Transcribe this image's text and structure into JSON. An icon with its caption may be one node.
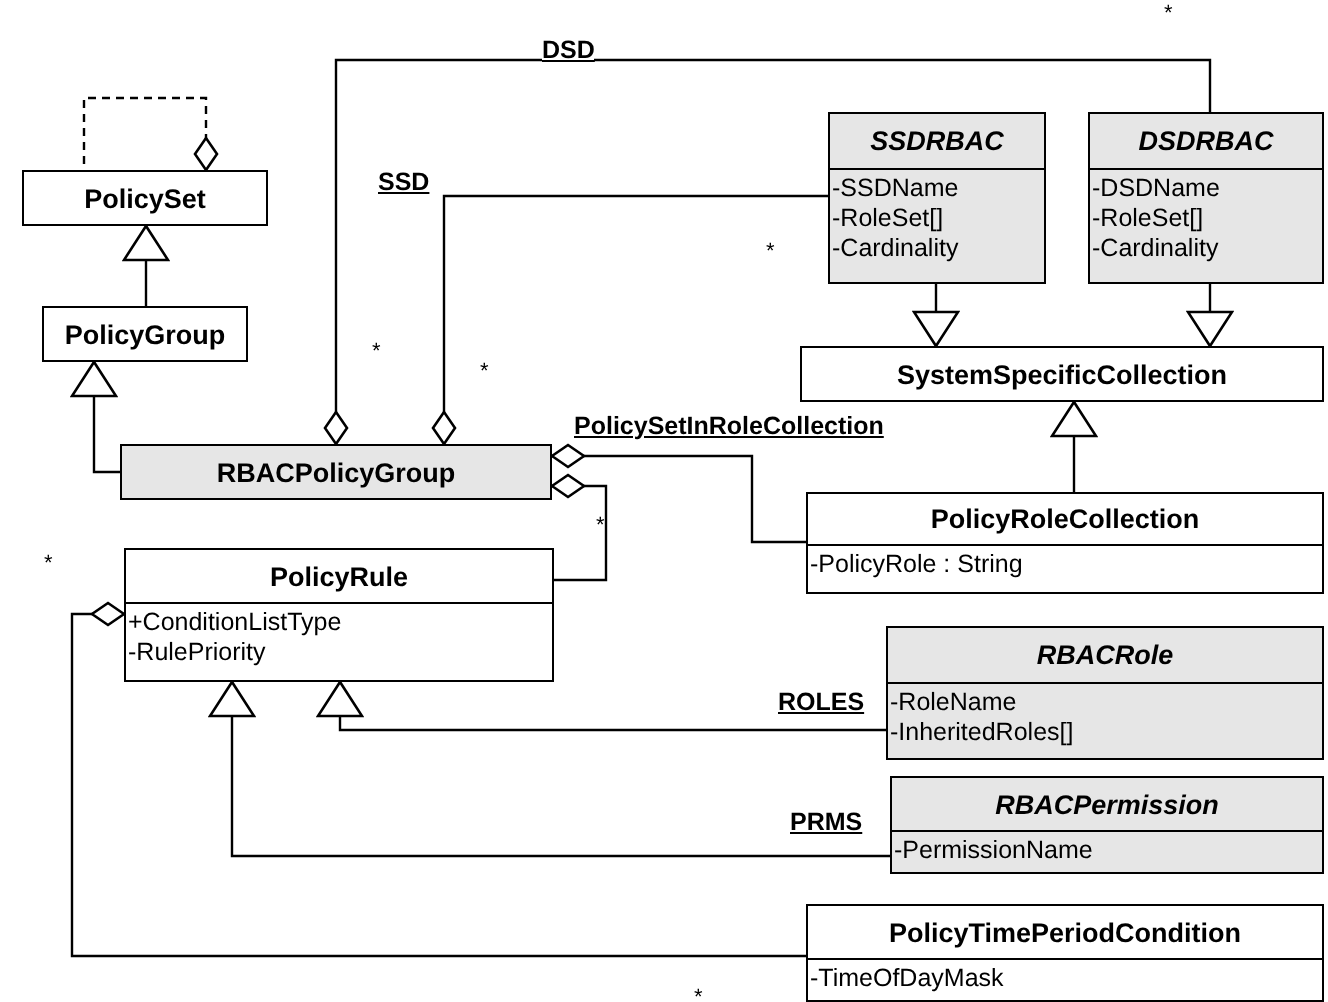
{
  "diagram": {
    "nodes": [
      {
        "text": [
          "PolicySet"
        ]
      },
      {
        "text": [
          "PolicyGroup"
        ]
      },
      {
        "text": [
          "RBACPolicyGroup"
        ]
      },
      {
        "text": [
          "SSDRBAC",
          "-SSDName",
          "-RoleSet[]",
          "-Cardinality"
        ]
      },
      {
        "text": [
          "DSDRBAC",
          "-DSDName",
          "-RoleSet[]",
          "-Cardinality"
        ]
      },
      {
        "text": [
          "SystemSpecificCollection"
        ]
      },
      {
        "text": [
          "PolicyRoleCollection",
          "-PolicyRole : String"
        ]
      },
      {
        "text": [
          "PolicyRule",
          "+ConditionListType",
          "-RulePriority"
        ]
      },
      {
        "text": [
          "RBACRole",
          "-RoleName",
          "-InheritedRoles[]"
        ]
      },
      {
        "text": [
          "RBACPermission",
          "-PermissionName"
        ]
      },
      {
        "text": [
          "PolicyTimePeriodCondition",
          "-TimeOfDayMask"
        ]
      }
    ],
    "edges": [
      {
        "from": 0,
        "to": 0,
        "arrow": "other",
        "style": "dashed"
      },
      {
        "from": 1,
        "to": 0,
        "arrow": "to"
      },
      {
        "from": 2,
        "to": 1,
        "arrow": "to"
      },
      {
        "from": 2,
        "to": 4,
        "arrow": "other",
        "label": "DSD"
      },
      {
        "from": 2,
        "to": 3,
        "arrow": "other",
        "label": "SSD"
      },
      {
        "from": 3,
        "to": 5,
        "arrow": "to"
      },
      {
        "from": 4,
        "to": 5,
        "arrow": "to"
      },
      {
        "from": 6,
        "to": 5,
        "arrow": "to"
      },
      {
        "from": 2,
        "to": 6,
        "arrow": "other",
        "label": "PolicySetInRoleCollection"
      },
      {
        "from": 2,
        "to": 7,
        "arrow": "other"
      },
      {
        "from": 8,
        "to": 7,
        "arrow": "to",
        "label": "ROLES"
      },
      {
        "from": 9,
        "to": 7,
        "arrow": "to",
        "label": "PRMS"
      },
      {
        "from": 7,
        "to": 10,
        "arrow": "other"
      }
    ],
    "labels": [
      "*",
      "*",
      "*",
      "*",
      "*",
      "*",
      "*"
    ]
  }
}
